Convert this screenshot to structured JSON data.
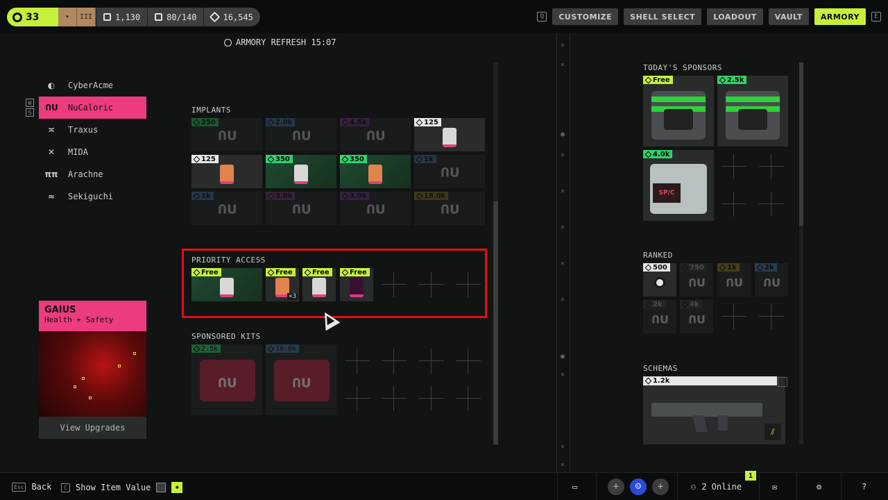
{
  "topbar": {
    "level": "33",
    "rank_marks": [
      "•",
      "III"
    ],
    "stats": [
      {
        "icon": "vault-icon",
        "value": "1,130"
      },
      {
        "icon": "stash-icon",
        "value": "80/140"
      },
      {
        "icon": "credits-icon",
        "value": "16,545"
      }
    ],
    "nav_left_key": "Q",
    "nav_right_key": "E",
    "nav": [
      {
        "label": "CUSTOMIZE",
        "active": false
      },
      {
        "label": "SHELL SELECT",
        "active": false
      },
      {
        "label": "LOADOUT",
        "active": false
      },
      {
        "label": "VAULT",
        "active": false
      },
      {
        "label": "ARMORY",
        "active": true
      }
    ]
  },
  "refresh": {
    "label": "ARMORY REFRESH 15:07"
  },
  "sidebar": {
    "key_up": "W",
    "key_down": "S",
    "manufacturers": [
      {
        "name": "CyberAcme",
        "logo": "◐",
        "active": false
      },
      {
        "name": "NuCaloric",
        "logo": "ՈՍ",
        "active": true
      },
      {
        "name": "Traxus",
        "logo": "≍",
        "active": false
      },
      {
        "name": "MIDA",
        "logo": "✕",
        "active": false
      },
      {
        "name": "Arachne",
        "logo": "ππ",
        "active": false
      },
      {
        "name": "Sekiguchi",
        "logo": "≈",
        "active": false
      }
    ]
  },
  "gaius": {
    "name": "GAIUS",
    "subtitle": "Health + Safety",
    "button": "View Upgrades"
  },
  "implants": {
    "title": "IMPLANTS",
    "rows": [
      [
        {
          "price": "250",
          "color": "green",
          "dim": true
        },
        {
          "price": "2.0k",
          "color": "blue",
          "dim": true
        },
        {
          "price": "4.5k",
          "color": "purple",
          "dim": true
        },
        {
          "price": "125",
          "color": "white",
          "dim": false
        }
      ],
      [
        {
          "price": "125",
          "color": "white",
          "dim": false
        },
        {
          "price": "350",
          "color": "green",
          "dim": false
        },
        {
          "price": "350",
          "color": "green",
          "dim": false
        },
        {
          "price": "1k",
          "color": "blue",
          "dim": true
        }
      ],
      [
        {
          "price": "1k",
          "color": "blue",
          "dim": true
        },
        {
          "price": "3.0k",
          "color": "purple",
          "dim": true
        },
        {
          "price": "3.0k",
          "color": "purple",
          "dim": true
        },
        {
          "price": "18.0k",
          "color": "gold",
          "dim": true
        }
      ]
    ],
    "logo_text": "ՈՍ"
  },
  "priority_access": {
    "title": "PRIORITY ACCESS",
    "items": [
      {
        "price": "Free"
      },
      {
        "price": "Free",
        "qty": "×3"
      },
      {
        "price": "Free"
      },
      {
        "price": "Free"
      }
    ]
  },
  "sponsored_kits": {
    "title": "SPONSORED KITS",
    "items": [
      {
        "price": "2.5k"
      },
      {
        "price": "10.0k"
      }
    ]
  },
  "sponsors": {
    "title": "TODAY'S SPONSORS",
    "items": [
      {
        "price": "Free",
        "color": "lime"
      },
      {
        "price": "2.5k",
        "color": "green"
      },
      {
        "price": "4.0k",
        "color": "green",
        "screen": "SP/C"
      }
    ]
  },
  "ranked": {
    "title": "RANKED",
    "items": [
      {
        "price": "500",
        "color": "white",
        "dim": false
      },
      {
        "price": "750",
        "color": "dark",
        "dim": true
      },
      {
        "price": "1k",
        "color": "gold",
        "dim": true
      },
      {
        "price": "2k",
        "color": "blue",
        "dim": true
      },
      {
        "price": "2k",
        "color": "dark",
        "dim": true
      },
      {
        "price": "4k",
        "color": "dark",
        "dim": true
      }
    ]
  },
  "schemas": {
    "title": "SCHEMAS",
    "price": "1.2k"
  },
  "bottombar": {
    "back_key": "Esc",
    "back": "Back",
    "show_key": "C",
    "show_value": "Show Item Value",
    "online": "2 Online",
    "notif_count": "1",
    "help": "?"
  }
}
